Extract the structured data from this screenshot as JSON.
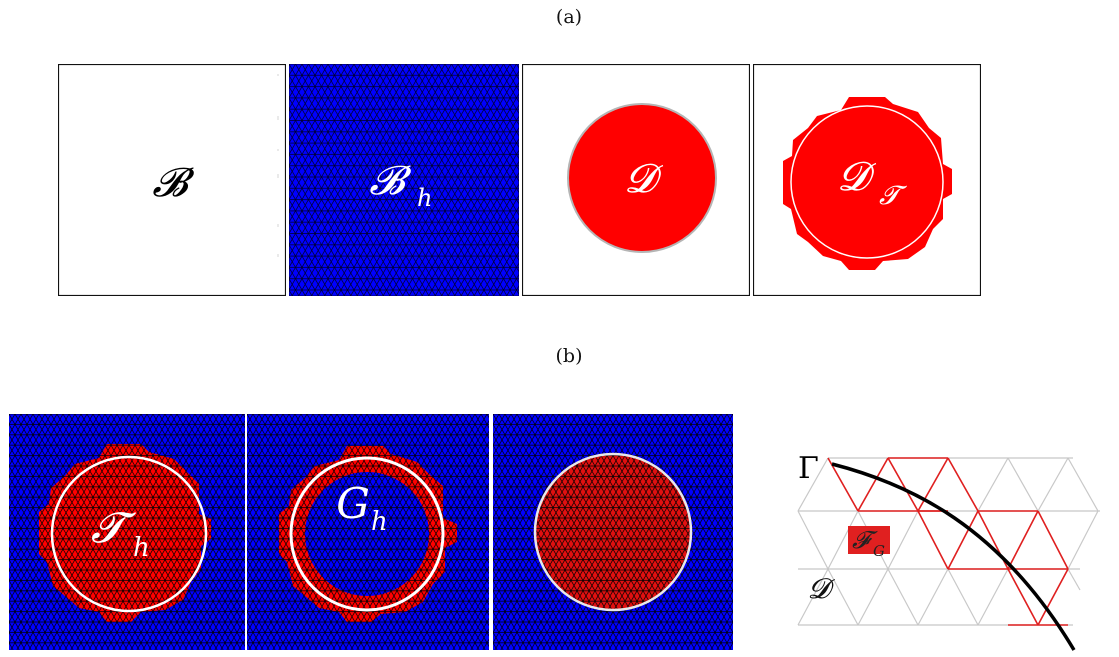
{
  "captions": {
    "a": "(a)",
    "b": "(b)"
  },
  "labels": {
    "domain_B": "𝓑",
    "domain_Bh_main": "𝓑",
    "domain_Bh_sub": "h",
    "domain_D": "𝓓",
    "domain_DT_main": "𝓓",
    "domain_DT_sub": "𝓣",
    "tri_Th_main": "𝓣",
    "tri_Th_sub": "h",
    "ghost_Gh_main": "G",
    "ghost_Gh_sub": "h",
    "gamma": "Γ",
    "faces_main": "𝓕",
    "faces_sub": "G",
    "inset_D": "𝓓"
  },
  "colors": {
    "mesh_fill": "#0000ff",
    "mesh_edge": "#000000",
    "domain_fill": "#ff0000",
    "circle_outline": "#ffffff",
    "inset_grid": "#c8c8c8",
    "inset_red": "#e02020",
    "interface": "#000000"
  }
}
